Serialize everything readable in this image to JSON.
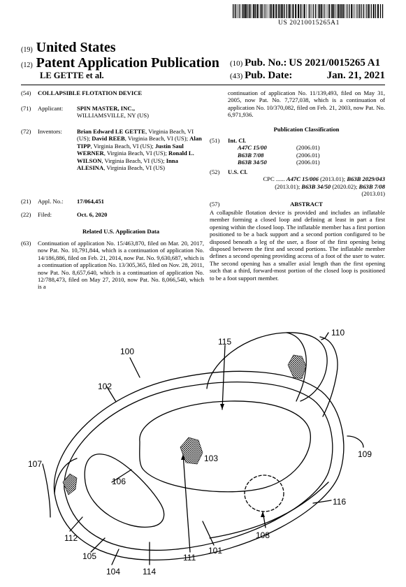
{
  "header": {
    "barcode_text": "US 20210015265A1",
    "country_code": "(19)",
    "country": "United States",
    "kind_code": "(12)",
    "pub_type": "Patent Application Publication",
    "author_line": "LE GETTE et al.",
    "pub_no_code": "(10)",
    "pub_no_label": "Pub. No.:",
    "pub_no": "US 2021/0015265 A1",
    "pub_date_code": "(43)",
    "pub_date_label": "Pub. Date:",
    "pub_date": "Jan. 21, 2021"
  },
  "left": {
    "title_code": "(54)",
    "title": "COLLAPSIBLE FLOTATION DEVICE",
    "applicant_code": "(71)",
    "applicant_label": "Applicant:",
    "applicant_name": "SPIN MASTER, INC.,",
    "applicant_city": "WILLIAMSVILLE, NY (US)",
    "inventors_code": "(72)",
    "inventors_label": "Inventors:",
    "inventors": [
      {
        "name": "Brian Edward LE GETTE",
        "loc": ", Virginia Beach, VI (US); "
      },
      {
        "name": "David REEB",
        "loc": ", Virginia Beach, VI (US); "
      },
      {
        "name": "Alan TIPP",
        "loc": ", Virginia Beach, VI (US); "
      },
      {
        "name": "Justin Saul WERNER",
        "loc": ", Virginia Beach, VI (US); "
      },
      {
        "name": "Ronald L. WILSON",
        "loc": ", Virginia Beach, VI (US); "
      },
      {
        "name": "Inna ALESINA",
        "loc": ", Virginia Beach, VI (US)"
      }
    ],
    "appl_code": "(21)",
    "appl_label": "Appl. No.:",
    "appl_no": "17/064,451",
    "filed_code": "(22)",
    "filed_label": "Filed:",
    "filed_date": "Oct. 6, 2020",
    "related_heading": "Related U.S. Application Data",
    "related_code": "(63)",
    "related_text": "Continuation of application No. 15/463,870, filed on Mar. 20, 2017, now Pat. No. 10,791,844, which is a continuation of application No. 14/186,886, filed on Feb. 21, 2014, now Pat. No. 9,630,687, which is a continuation of application No. 13/305,365, filed on Nov. 28, 2011, now Pat. No. 8,657,640, which is a continuation of application No. 12/788,473, filed on May 27, 2010, now Pat. No. 8,066,540, which is a"
  },
  "right": {
    "continuation_text": "continuation of application No. 11/139,493, filed on May 31, 2005, now Pat. No. 7,727,038, which is a continuation of application No. 10/370,082, filed on Feb. 21, 2003, now Pat. No. 6,971,936.",
    "classification_heading": "Publication Classification",
    "intcl_code": "(51)",
    "intcl_label": "Int. Cl.",
    "intcl": [
      {
        "code": "A47C 15/00",
        "ver": "(2006.01)"
      },
      {
        "code": "B63B 7/08",
        "ver": "(2006.01)"
      },
      {
        "code": "B63B 34/50",
        "ver": "(2006.01)"
      }
    ],
    "uscl_code": "(52)",
    "uscl_label": "U.S. Cl.",
    "cpc_label": "CPC ......",
    "cpc_1": "A47C 15/006",
    "cpc_1v": " (2013.01); ",
    "cpc_2": "B63B 2029/043",
    "cpc_2v": "(2013.01); ",
    "cpc_3": "B63B 34/50",
    "cpc_3v": " (2020.02); ",
    "cpc_4": "B63B 7/08",
    "cpc_4v": "(2013.01)",
    "abstract_code": "(57)",
    "abstract_heading": "ABSTRACT",
    "abstract": "A collapsible flotation device is provided and includes an inflatable member forming a closed loop and defining at least in part a first opening within the closed loop. The inflatable member has a first portion positioned to be a back support and a second portion configured to be disposed beneath a leg of the user, a floor of the first opening being disposed between the first and second portions. The inflatable member defines a second opening providing access of a foot of the user to water. The second opening has a smaller axial length than the first opening such that a third, forward-most portion of the closed loop is positioned to be a foot support member."
  },
  "figure": {
    "labels": {
      "r100": "100",
      "r102": "102",
      "r103": "103",
      "r104": "104",
      "r105": "105",
      "r106": "106",
      "r107": "107",
      "r108": "108",
      "r109": "109",
      "r110": "110",
      "r111": "111",
      "r112": "112",
      "r114": "114",
      "r115": "115",
      "r116": "116",
      "r101": "101"
    }
  }
}
